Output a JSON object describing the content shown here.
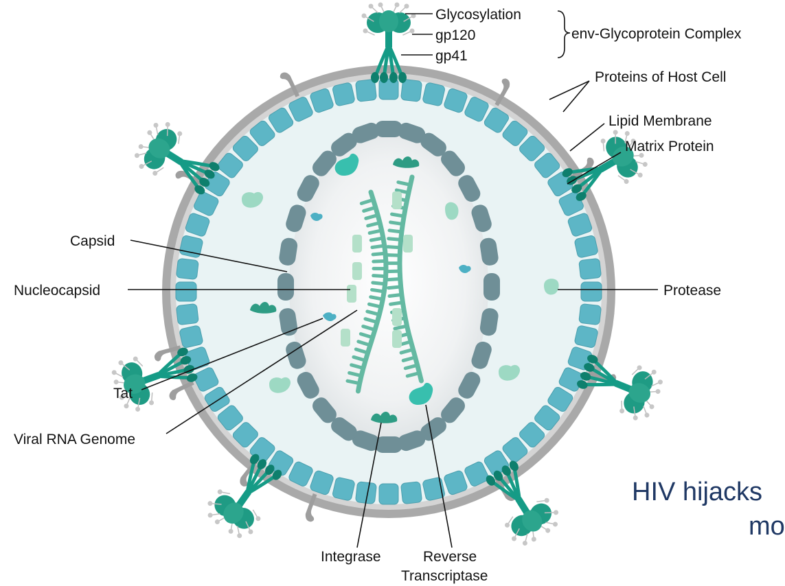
{
  "labels": {
    "glycosylation": "Glycosylation",
    "gp120": "gp120",
    "gp41": "gp41",
    "env_complex": "env-Glycoprotein Complex",
    "host_proteins": "Proteins of Host Cell",
    "lipid_membrane": "Lipid Membrane",
    "matrix_protein": "Matrix Protein",
    "capsid": "Capsid",
    "nucleocapsid": "Nucleocapsid",
    "protease": "Protease",
    "tat": "Tat",
    "viral_rna_genome": "Viral RNA Genome",
    "integrase": "Integrase",
    "reverse": "Reverse",
    "transcriptase": "Transcriptase"
  },
  "caption": {
    "line1": "HIV hijacks",
    "line2": "mo"
  },
  "colors": {
    "membrane": "#a9a9a9",
    "matrix": "#5db6c6",
    "capsid": "#6f8f97",
    "glycoprotein": "#159b86",
    "rna": "#64b9a2",
    "nucleocapsid": "#b4e0c9",
    "interior": "#e9f3f4",
    "caption": "#1f3864"
  }
}
